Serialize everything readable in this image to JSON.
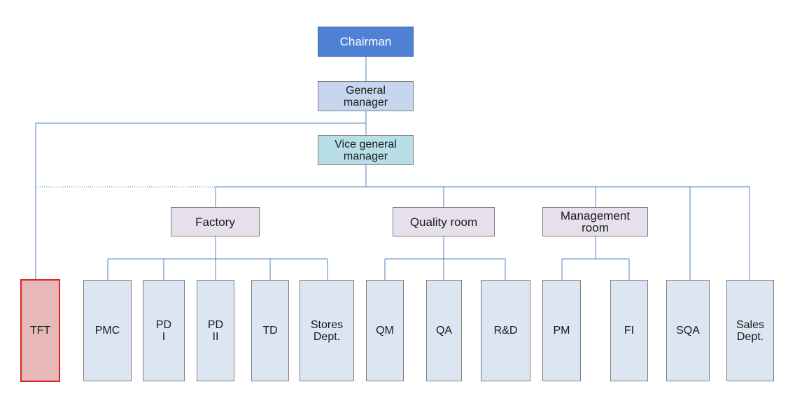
{
  "nodes": {
    "chairman": "Chairman",
    "general_manager": "General\nmanager",
    "vice_general_manager": "Vice general\nmanager",
    "factory": "Factory",
    "quality_room": "Quality room",
    "management_room": "Management\nroom",
    "tft": "TFT",
    "pmc": "PMC",
    "pd1": "PD\nI",
    "pd2": "PD\nII",
    "td": "TD",
    "stores": "Stores\nDept.",
    "qm": "QM",
    "qa": "QA",
    "rd": "R&D",
    "pm": "PM",
    "fi": "FI",
    "sqa": "SQA",
    "sales": "Sales\nDept."
  },
  "colors": {
    "connector": "#4f81bd",
    "highlight_border": "#e02020"
  }
}
